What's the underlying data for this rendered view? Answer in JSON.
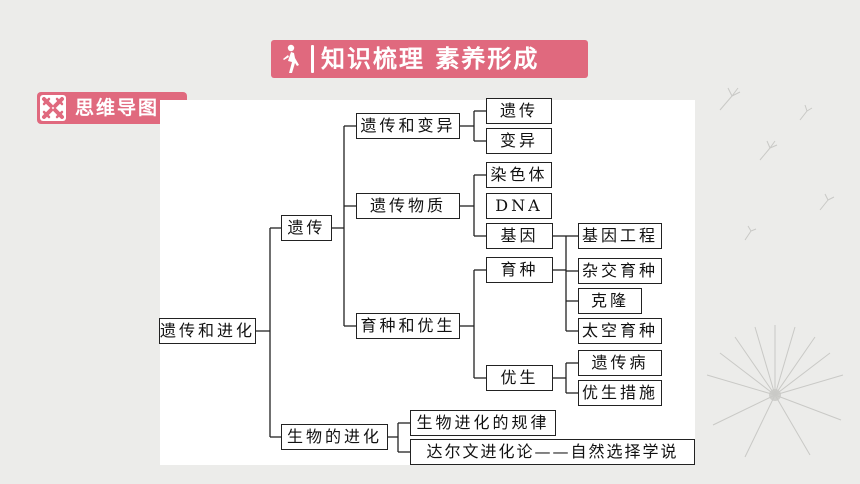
{
  "header": {
    "title": "知识梳理 素养形成",
    "title_icon": "runner-silhouette-icon",
    "section_label": "思维导图",
    "section_icon": "x-cross-icon"
  },
  "colors": {
    "accent": "#e0697e",
    "background": "#ececea",
    "panel": "#ffffff",
    "line": "#222222"
  },
  "mindmap": {
    "root": "遗传和进化",
    "heredity": "遗传",
    "heredity_variation": "遗传和变异",
    "heredity_leaf": "遗传",
    "variation_leaf": "变异",
    "genetic_material": "遗传物质",
    "chromosome": "染色体",
    "dna": "DNA",
    "gene": "基因",
    "breeding": "育种和优生",
    "breeding_sub": "育种",
    "eugenics": "优生",
    "genetic_engineering": "基因工程",
    "hybrid_breeding": "杂交育种",
    "cloning": "克隆",
    "space_breeding": "太空育种",
    "genetic_disease": "遗传病",
    "eugenics_measures": "优生措施",
    "evolution": "生物的进化",
    "evolution_law": "生物进化的规律",
    "darwin": "达尔文进化论——自然选择学说"
  }
}
